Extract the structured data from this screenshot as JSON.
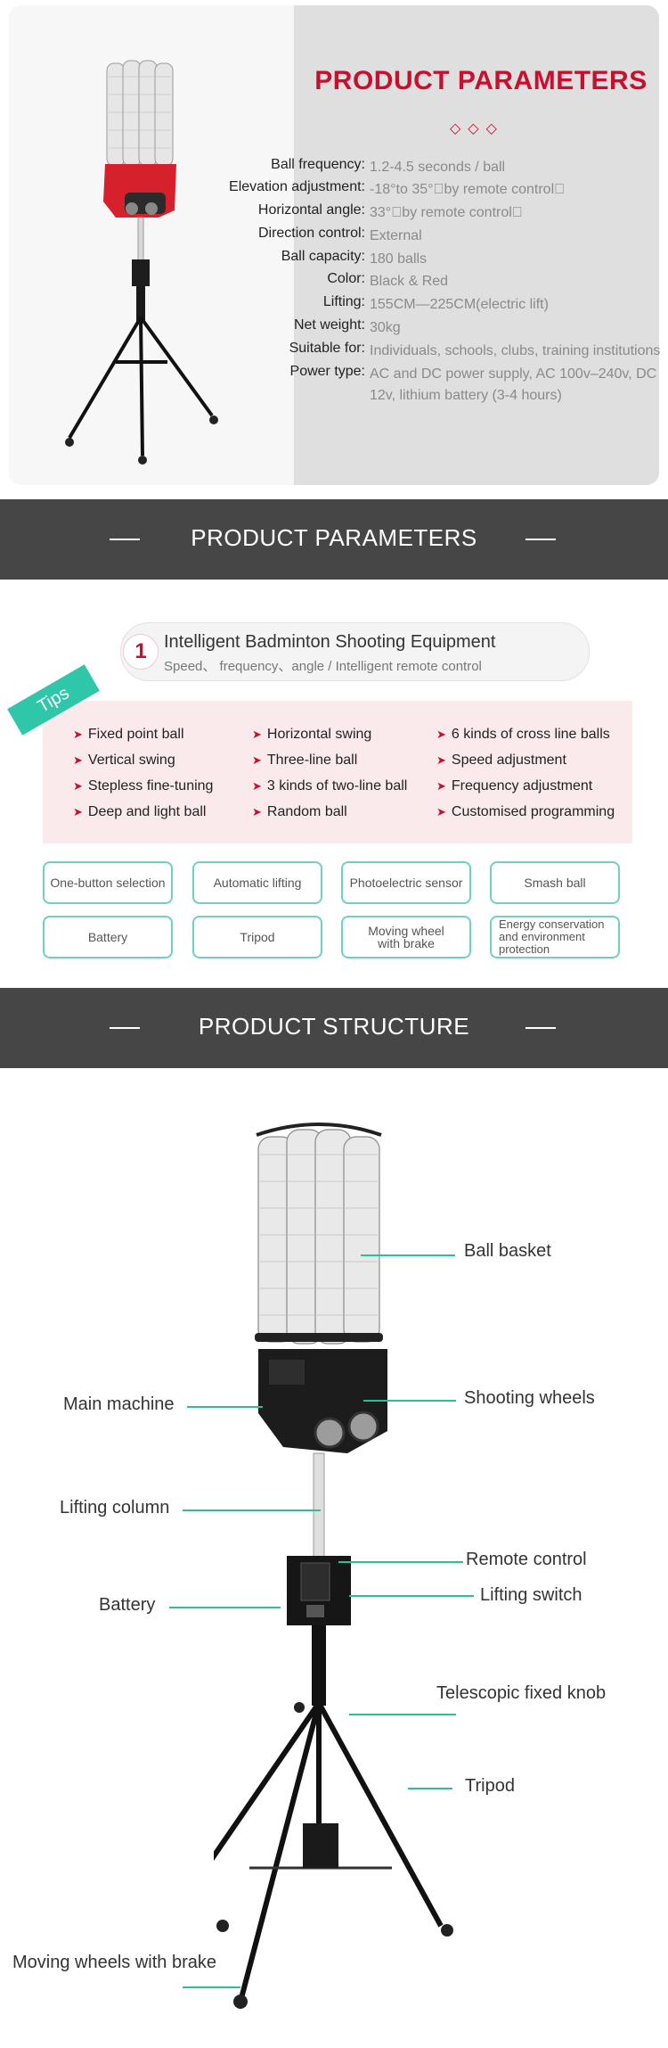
{
  "params": {
    "title": "PRODUCT PARAMETERS",
    "diamonds": "◇◇◇",
    "rows": [
      {
        "label": "Ball frequency:",
        "value": "1.2-4.5 seconds / ball"
      },
      {
        "label": "Elevation adjustment:",
        "value": "-18°to 35°\u0000by remote control\u0000"
      },
      {
        "label": "Horizontal angle:",
        "value": "33°\u0000by remote control\u0000"
      },
      {
        "label": "Direction control:",
        "value": "External"
      },
      {
        "label": "Ball capacity:",
        "value": "180 balls"
      },
      {
        "label": "Color:",
        "value": "Black & Red"
      },
      {
        "label": "Lifting:",
        "value": "155CM—225CM(electric lift)"
      },
      {
        "label": "Net weight:",
        "value": "30kg"
      },
      {
        "label": "Suitable for:",
        "value": "Individuals, schools, clubs, training institutions"
      },
      {
        "label": "Power type:",
        "value": "AC and DC power supply, AC 100v–240v, DC 12v, lithium battery (3-4 hours)"
      }
    ]
  },
  "banner1": {
    "title": "PRODUCT PARAMETERS"
  },
  "features": {
    "number": "1",
    "heading": "Intelligent Badminton Shooting Equipment",
    "subheading": "Speed、 frequency、angle / Intelligent remote control",
    "tips_tag": "Tips",
    "col1": [
      "Fixed point ball",
      "Vertical swing",
      "Stepless fine-tuning",
      "Deep and light ball"
    ],
    "col2": [
      "Horizontal swing",
      "Three-line ball",
      "3 kinds of two-line ball",
      "Random ball"
    ],
    "col3": [
      "6 kinds of cross line balls",
      "Speed adjustment",
      "Frequency adjustment",
      "Customised programming"
    ],
    "tiles": [
      "One-button selection",
      "Automatic lifting",
      "Photoelectric sensor",
      "Smash ball",
      "Battery",
      "Tripod",
      "Moving wheel with brake",
      "Energy conservation and environment protection"
    ]
  },
  "banner2": {
    "title": "PRODUCT STRUCTURE"
  },
  "structure": {
    "labels": {
      "ball_basket": "Ball basket",
      "main_machine": "Main machine",
      "shooting_wheels": "Shooting wheels",
      "lifting_column": "Lifting column",
      "remote_control": "Remote control",
      "battery": "Battery",
      "lifting_switch": "Lifting switch",
      "telescopic_knob": "Telescopic fixed knob",
      "tripod": "Tripod",
      "moving_wheels": "Moving wheels with brake"
    }
  },
  "colors": {
    "accent_red": "#c8102e",
    "teal": "#2fc6a9",
    "banner_gray": "#464646"
  }
}
